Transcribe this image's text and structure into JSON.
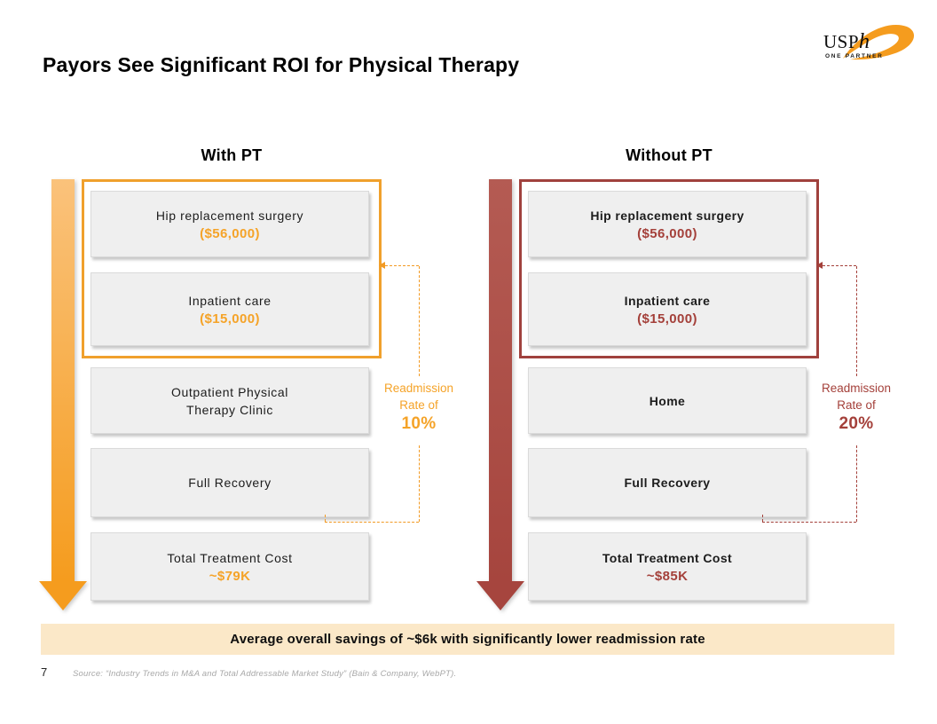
{
  "title": "Payors See Significant ROI for Physical Therapy",
  "logo": {
    "text_main": "USP",
    "text_italic": "h",
    "tagline": "ONE PARTNER"
  },
  "colors": {
    "with_pt_accent": "#F5A328",
    "without_pt_accent": "#A4403A",
    "box_background": "#EFEFEF",
    "banner_background": "#FBE8C8"
  },
  "columns": [
    {
      "header": "With PT",
      "grouped_boxes": [
        {
          "label": "Hip replacement surgery",
          "value": "($56,000)"
        },
        {
          "label": "Inpatient care",
          "value": "($15,000)"
        }
      ],
      "boxes": [
        {
          "line1": "Outpatient Physical",
          "line2": "Therapy Clinic"
        },
        {
          "line1": "Full Recovery"
        },
        {
          "line1": "Total Treatment Cost",
          "value": "~$79K"
        }
      ],
      "readmission": {
        "line1": "Readmission",
        "line2": "Rate of",
        "rate": "10%"
      }
    },
    {
      "header": "Without PT",
      "grouped_boxes": [
        {
          "label": "Hip replacement surgery",
          "value": "($56,000)"
        },
        {
          "label": "Inpatient care",
          "value": "($15,000)"
        }
      ],
      "boxes": [
        {
          "line1": "Home"
        },
        {
          "line1": "Full Recovery"
        },
        {
          "line1": "Total Treatment Cost",
          "value": "~$85K"
        }
      ],
      "readmission": {
        "line1": "Readmission",
        "line2": "Rate of",
        "rate": "20%"
      }
    }
  ],
  "banner": {
    "text": "Average overall savings of ~$6k with significantly lower readmission rate"
  },
  "footer": {
    "page_number": "7",
    "source": "Source: “Industry Trends in M&A and Total Addressable Market Study” (Bain & Company, WebPT)."
  }
}
